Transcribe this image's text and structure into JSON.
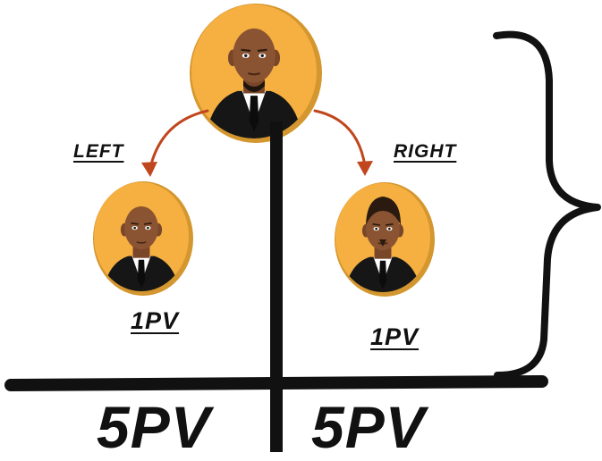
{
  "labels": {
    "left": "LEFT",
    "right": "RIGHT",
    "left_points": "1PV",
    "right_points": "1PV",
    "left_total": "5PV",
    "right_total": "5PV"
  },
  "colors": {
    "avatar_fill": "#f5b041",
    "avatar_rim": "#d4962e",
    "arrow": "#c0461d",
    "line": "#111111",
    "skin": "#8a5331",
    "suit": "#161616"
  }
}
